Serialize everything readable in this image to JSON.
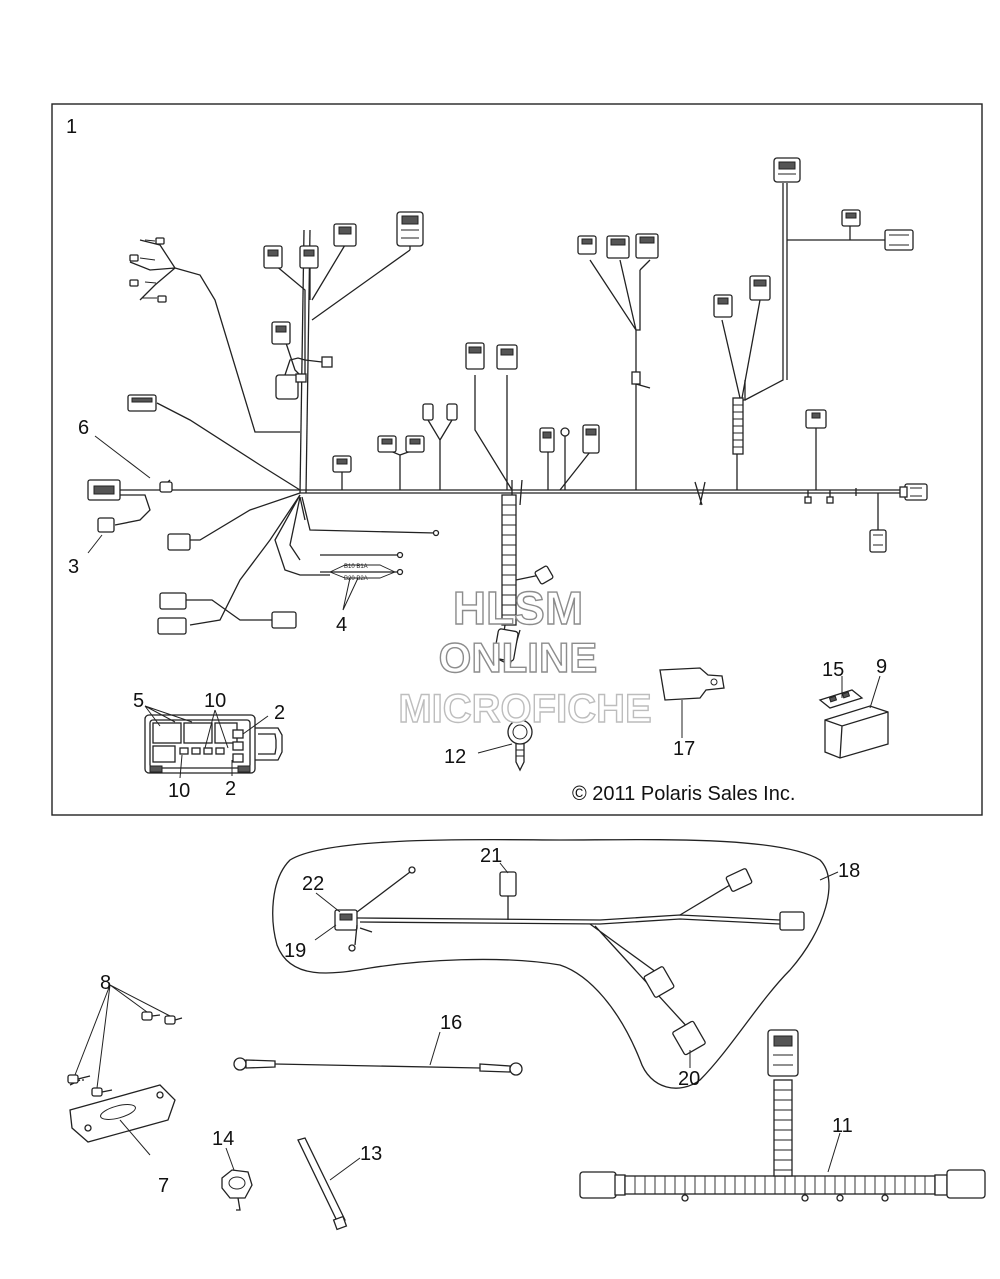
{
  "diagram": {
    "copyright": "© 2011 Polaris Sales Inc.",
    "watermark": [
      "HLSM",
      "ONLINE",
      "MICROFICHE"
    ],
    "callouts": {
      "c1": "1",
      "c2a": "2",
      "c2b": "2",
      "c3": "3",
      "c4": "4",
      "c5": "5",
      "c6": "6",
      "c7": "7",
      "c8": "8",
      "c9": "9",
      "c10a": "10",
      "c10b": "10",
      "c11": "11",
      "c12": "12",
      "c13": "13",
      "c14": "14",
      "c15": "15",
      "c16": "16",
      "c17": "17",
      "c18": "18",
      "c19": "19",
      "c20": "20",
      "c21": "21",
      "c22": "22"
    }
  }
}
